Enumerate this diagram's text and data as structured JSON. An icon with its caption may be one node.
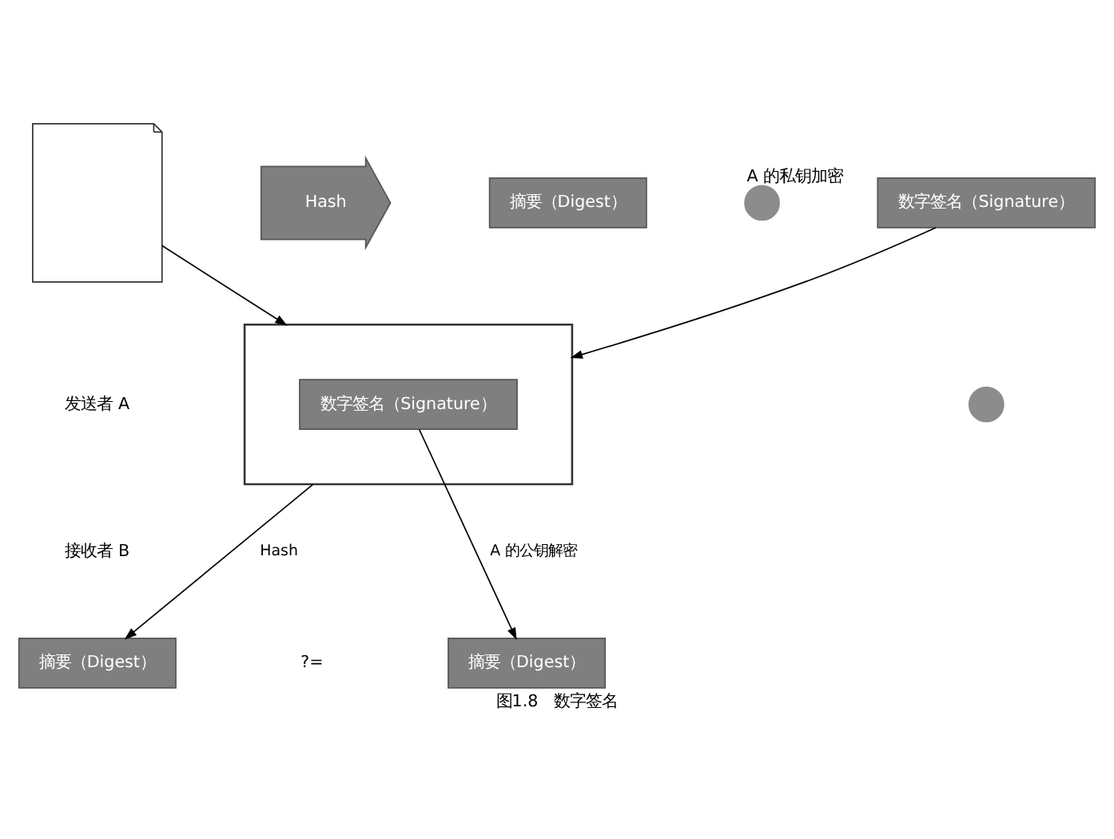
{
  "diagram": {
    "caption": "图1.8　数字签名",
    "nodes": [
      {
        "text": [],
        "shape": "document"
      },
      {
        "text": [
          "Hash"
        ]
      },
      {
        "text": [
          "摘要（Digest）"
        ]
      },
      {
        "text": [],
        "shape": "key",
        "beside": [
          "A 的私钥加密"
        ]
      },
      {
        "text": [
          "数字签名（Signature）"
        ]
      },
      {
        "text": [],
        "shape": "document"
      },
      {
        "text": [
          "数字签名（Signature）"
        ],
        "in": 5
      },
      {
        "text": [],
        "shape": "key"
      },
      {
        "text": [
          "摘要（Digest）"
        ]
      },
      {
        "text": [
          "摘要（Digest）"
        ]
      }
    ],
    "edges": [
      {
        "from": 0,
        "to": 5,
        "arrow": "to"
      },
      {
        "from": 4,
        "to": 5,
        "arrow": "to"
      },
      {
        "from": 5,
        "to": 8,
        "label": "Hash",
        "arrow": "to"
      },
      {
        "from": 6,
        "to": 9,
        "label": "A 的公钥解密",
        "arrow": "to"
      }
    ],
    "labels": [
      "发送者 A",
      "接收者 B",
      "?="
    ]
  }
}
